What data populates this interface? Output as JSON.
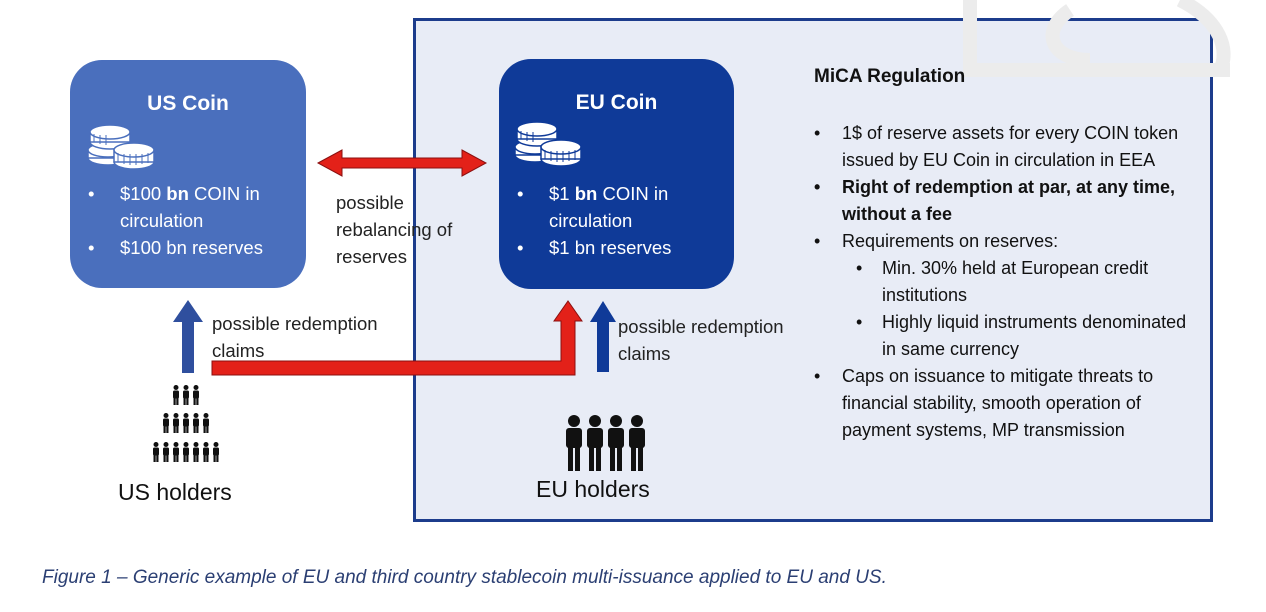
{
  "us_coin": {
    "title": "US Coin",
    "bullets": [
      "$100 bn COIN in circulation",
      "$100 bn reserves"
    ],
    "bullet0_amount": "$100 ",
    "bullet0_unit": "bn",
    "bullet0_rest": " COIN in circulation"
  },
  "eu_coin": {
    "title": "EU Coin",
    "bullets": [
      "$1 bn COIN in circulation",
      "$1 bn reserves"
    ],
    "bullet0_amount": "$1 ",
    "bullet0_unit": "bn",
    "bullet0_rest": " COIN in circulation"
  },
  "rebalancing_label": "possible rebalancing of reserves",
  "us_redemption_label": "possible redemption claims",
  "eu_redemption_label": "possible redemption claims",
  "us_holders_label": "US holders",
  "eu_holders_label": "EU holders",
  "mica": {
    "title": "MiCA Regulation",
    "items": [
      "1$ of reserve assets for every COIN token issued by EU Coin in circulation in EEA",
      "Right of redemption at par, at any time, without a fee",
      "Requirements on reserves:",
      "Min. 30% held at European credit institutions",
      "Highly liquid instruments denominated in same currency",
      "Caps on issuance to mitigate threats to financial stability, smooth operation of payment systems, MP transmission"
    ]
  },
  "caption": "Figure 1 – Generic example of EU and third country stablecoin multi-issuance applied to EU and US.",
  "colors": {
    "eu_region_fill": "#e8ecf6",
    "eu_region_border": "#1c3c8c",
    "us_box": "#4a6fbd",
    "eu_box": "#0f3a98",
    "red_arrow": "#e32119",
    "blue_arrow": "#2f4f9e"
  },
  "icons": [
    "coin-stack-icon",
    "people-group-icon",
    "double-arrow-icon",
    "up-arrow-icon"
  ]
}
